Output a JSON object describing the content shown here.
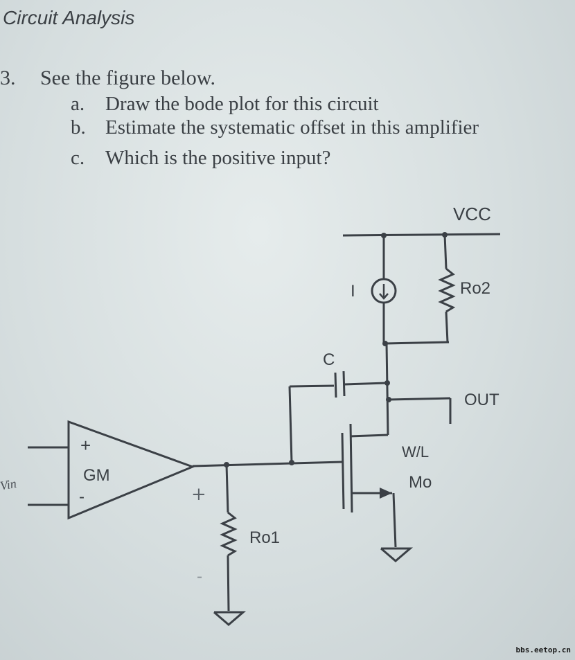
{
  "heading": "Circuit Analysis",
  "question": {
    "number": "3.",
    "text": "See the figure below.",
    "parts": [
      {
        "letter": "a.",
        "text": "Draw the bode plot for this circuit"
      },
      {
        "letter": "b.",
        "text": "Estimate the systematic offset in this amplifier"
      },
      {
        "letter": "c.",
        "text": "Which is the positive input?"
      }
    ]
  },
  "circuit": {
    "supply": "VCC",
    "current_source": "I",
    "resistor_top": "Ro2",
    "capacitor": "C",
    "output": "OUT",
    "transistor_size": "W/L",
    "transistor_name": "Mo",
    "amplifier": "GM",
    "plus": "+",
    "minus": "-",
    "input": "Vin",
    "resistor_bottom": "Ro1",
    "node_plus": "+",
    "node_minus": "-"
  },
  "watermark": "bbs.eetop.cn"
}
